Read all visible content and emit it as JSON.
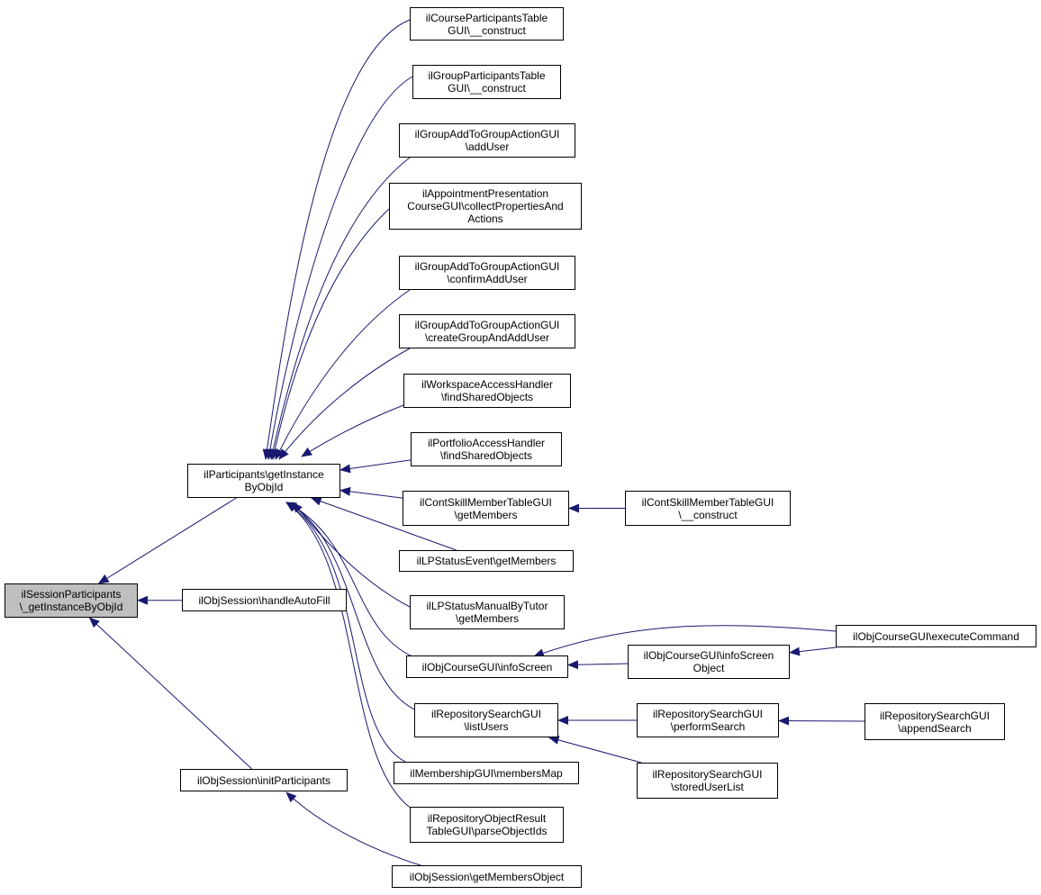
{
  "colors": {
    "edge": "#191970",
    "node_border": "#000000",
    "node_fill": "#ffffff",
    "current_fill": "#bfbfbf"
  },
  "nodes": [
    {
      "id": "root",
      "lines": [
        "ilSessionParticipants",
        "\\_getInstanceByObjId"
      ],
      "current": true
    },
    {
      "id": "getInstanceByObjId",
      "lines": [
        "ilParticipants\\getInstance",
        "ByObjId"
      ]
    },
    {
      "id": "handleAutoFill",
      "lines": [
        "ilObjSession\\handleAutoFill"
      ]
    },
    {
      "id": "initParticipants",
      "lines": [
        "ilObjSession\\initParticipants"
      ]
    },
    {
      "id": "courseParticipantsTable",
      "lines": [
        "ilCourseParticipantsTable",
        "GUI\\__construct"
      ]
    },
    {
      "id": "groupParticipantsTable",
      "lines": [
        "ilGroupParticipantsTable",
        "GUI\\__construct"
      ]
    },
    {
      "id": "groupAddUser",
      "lines": [
        "ilGroupAddToGroupActionGUI",
        "\\addUser"
      ]
    },
    {
      "id": "appointment",
      "lines": [
        "ilAppointmentPresentation",
        "CourseGUI\\collectPropertiesAnd",
        "Actions"
      ]
    },
    {
      "id": "confirmAddUser",
      "lines": [
        "ilGroupAddToGroupActionGUI",
        "\\confirmAddUser"
      ]
    },
    {
      "id": "createGroup",
      "lines": [
        "ilGroupAddToGroupActionGUI",
        "\\createGroupAndAddUser"
      ]
    },
    {
      "id": "workspaceAccess",
      "lines": [
        "ilWorkspaceAccessHandler",
        "\\findSharedObjects"
      ]
    },
    {
      "id": "portfolioAccess",
      "lines": [
        "ilPortfolioAccessHandler",
        "\\findSharedObjects"
      ]
    },
    {
      "id": "contSkillGetMembers",
      "lines": [
        "ilContSkillMemberTableGUI",
        "\\getMembers"
      ]
    },
    {
      "id": "contSkillConstruct",
      "lines": [
        "ilContSkillMemberTableGUI",
        "\\__construct"
      ]
    },
    {
      "id": "lpStatusEvent",
      "lines": [
        "ilLPStatusEvent\\getMembers"
      ]
    },
    {
      "id": "lpStatusManual",
      "lines": [
        "ilLPStatusManualByTutor",
        "\\getMembers"
      ]
    },
    {
      "id": "infoScreen",
      "lines": [
        "ilObjCourseGUI\\infoScreen"
      ]
    },
    {
      "id": "infoScreenObject",
      "lines": [
        "ilObjCourseGUI\\infoScreen",
        "Object"
      ]
    },
    {
      "id": "executeCommand",
      "lines": [
        "ilObjCourseGUI\\executeCommand"
      ]
    },
    {
      "id": "listUsers",
      "lines": [
        "ilRepositorySearchGUI",
        "\\listUsers"
      ]
    },
    {
      "id": "performSearch",
      "lines": [
        "ilRepositorySearchGUI",
        "\\performSearch"
      ]
    },
    {
      "id": "appendSearch",
      "lines": [
        "ilRepositorySearchGUI",
        "\\appendSearch"
      ]
    },
    {
      "id": "storedUserList",
      "lines": [
        "ilRepositorySearchGUI",
        "\\storedUserList"
      ]
    },
    {
      "id": "membersMap",
      "lines": [
        "ilMembershipGUI\\membersMap"
      ]
    },
    {
      "id": "parseObjectIds",
      "lines": [
        "ilRepositoryObjectResult",
        "TableGUI\\parseObjectIds"
      ]
    },
    {
      "id": "getMembersObject",
      "lines": [
        "ilObjSession\\getMembersObject"
      ]
    }
  ],
  "edges": [
    {
      "from": "getInstanceByObjId",
      "to": "root"
    },
    {
      "from": "handleAutoFill",
      "to": "root"
    },
    {
      "from": "initParticipants",
      "to": "root"
    },
    {
      "from": "courseParticipantsTable",
      "to": "getInstanceByObjId"
    },
    {
      "from": "groupParticipantsTable",
      "to": "getInstanceByObjId"
    },
    {
      "from": "groupAddUser",
      "to": "getInstanceByObjId"
    },
    {
      "from": "appointment",
      "to": "getInstanceByObjId"
    },
    {
      "from": "confirmAddUser",
      "to": "getInstanceByObjId"
    },
    {
      "from": "createGroup",
      "to": "getInstanceByObjId"
    },
    {
      "from": "workspaceAccess",
      "to": "getInstanceByObjId"
    },
    {
      "from": "portfolioAccess",
      "to": "getInstanceByObjId"
    },
    {
      "from": "contSkillGetMembers",
      "to": "getInstanceByObjId"
    },
    {
      "from": "lpStatusEvent",
      "to": "getInstanceByObjId"
    },
    {
      "from": "lpStatusManual",
      "to": "getInstanceByObjId"
    },
    {
      "from": "infoScreen",
      "to": "getInstanceByObjId"
    },
    {
      "from": "listUsers",
      "to": "getInstanceByObjId"
    },
    {
      "from": "membersMap",
      "to": "getInstanceByObjId"
    },
    {
      "from": "parseObjectIds",
      "to": "getInstanceByObjId"
    },
    {
      "from": "contSkillConstruct",
      "to": "contSkillGetMembers"
    },
    {
      "from": "executeCommand",
      "to": "infoScreen"
    },
    {
      "from": "infoScreenObject",
      "to": "infoScreen"
    },
    {
      "from": "executeCommand",
      "to": "infoScreenObject"
    },
    {
      "from": "performSearch",
      "to": "listUsers"
    },
    {
      "from": "storedUserList",
      "to": "listUsers"
    },
    {
      "from": "appendSearch",
      "to": "performSearch"
    },
    {
      "from": "getMembersObject",
      "to": "initParticipants"
    }
  ]
}
